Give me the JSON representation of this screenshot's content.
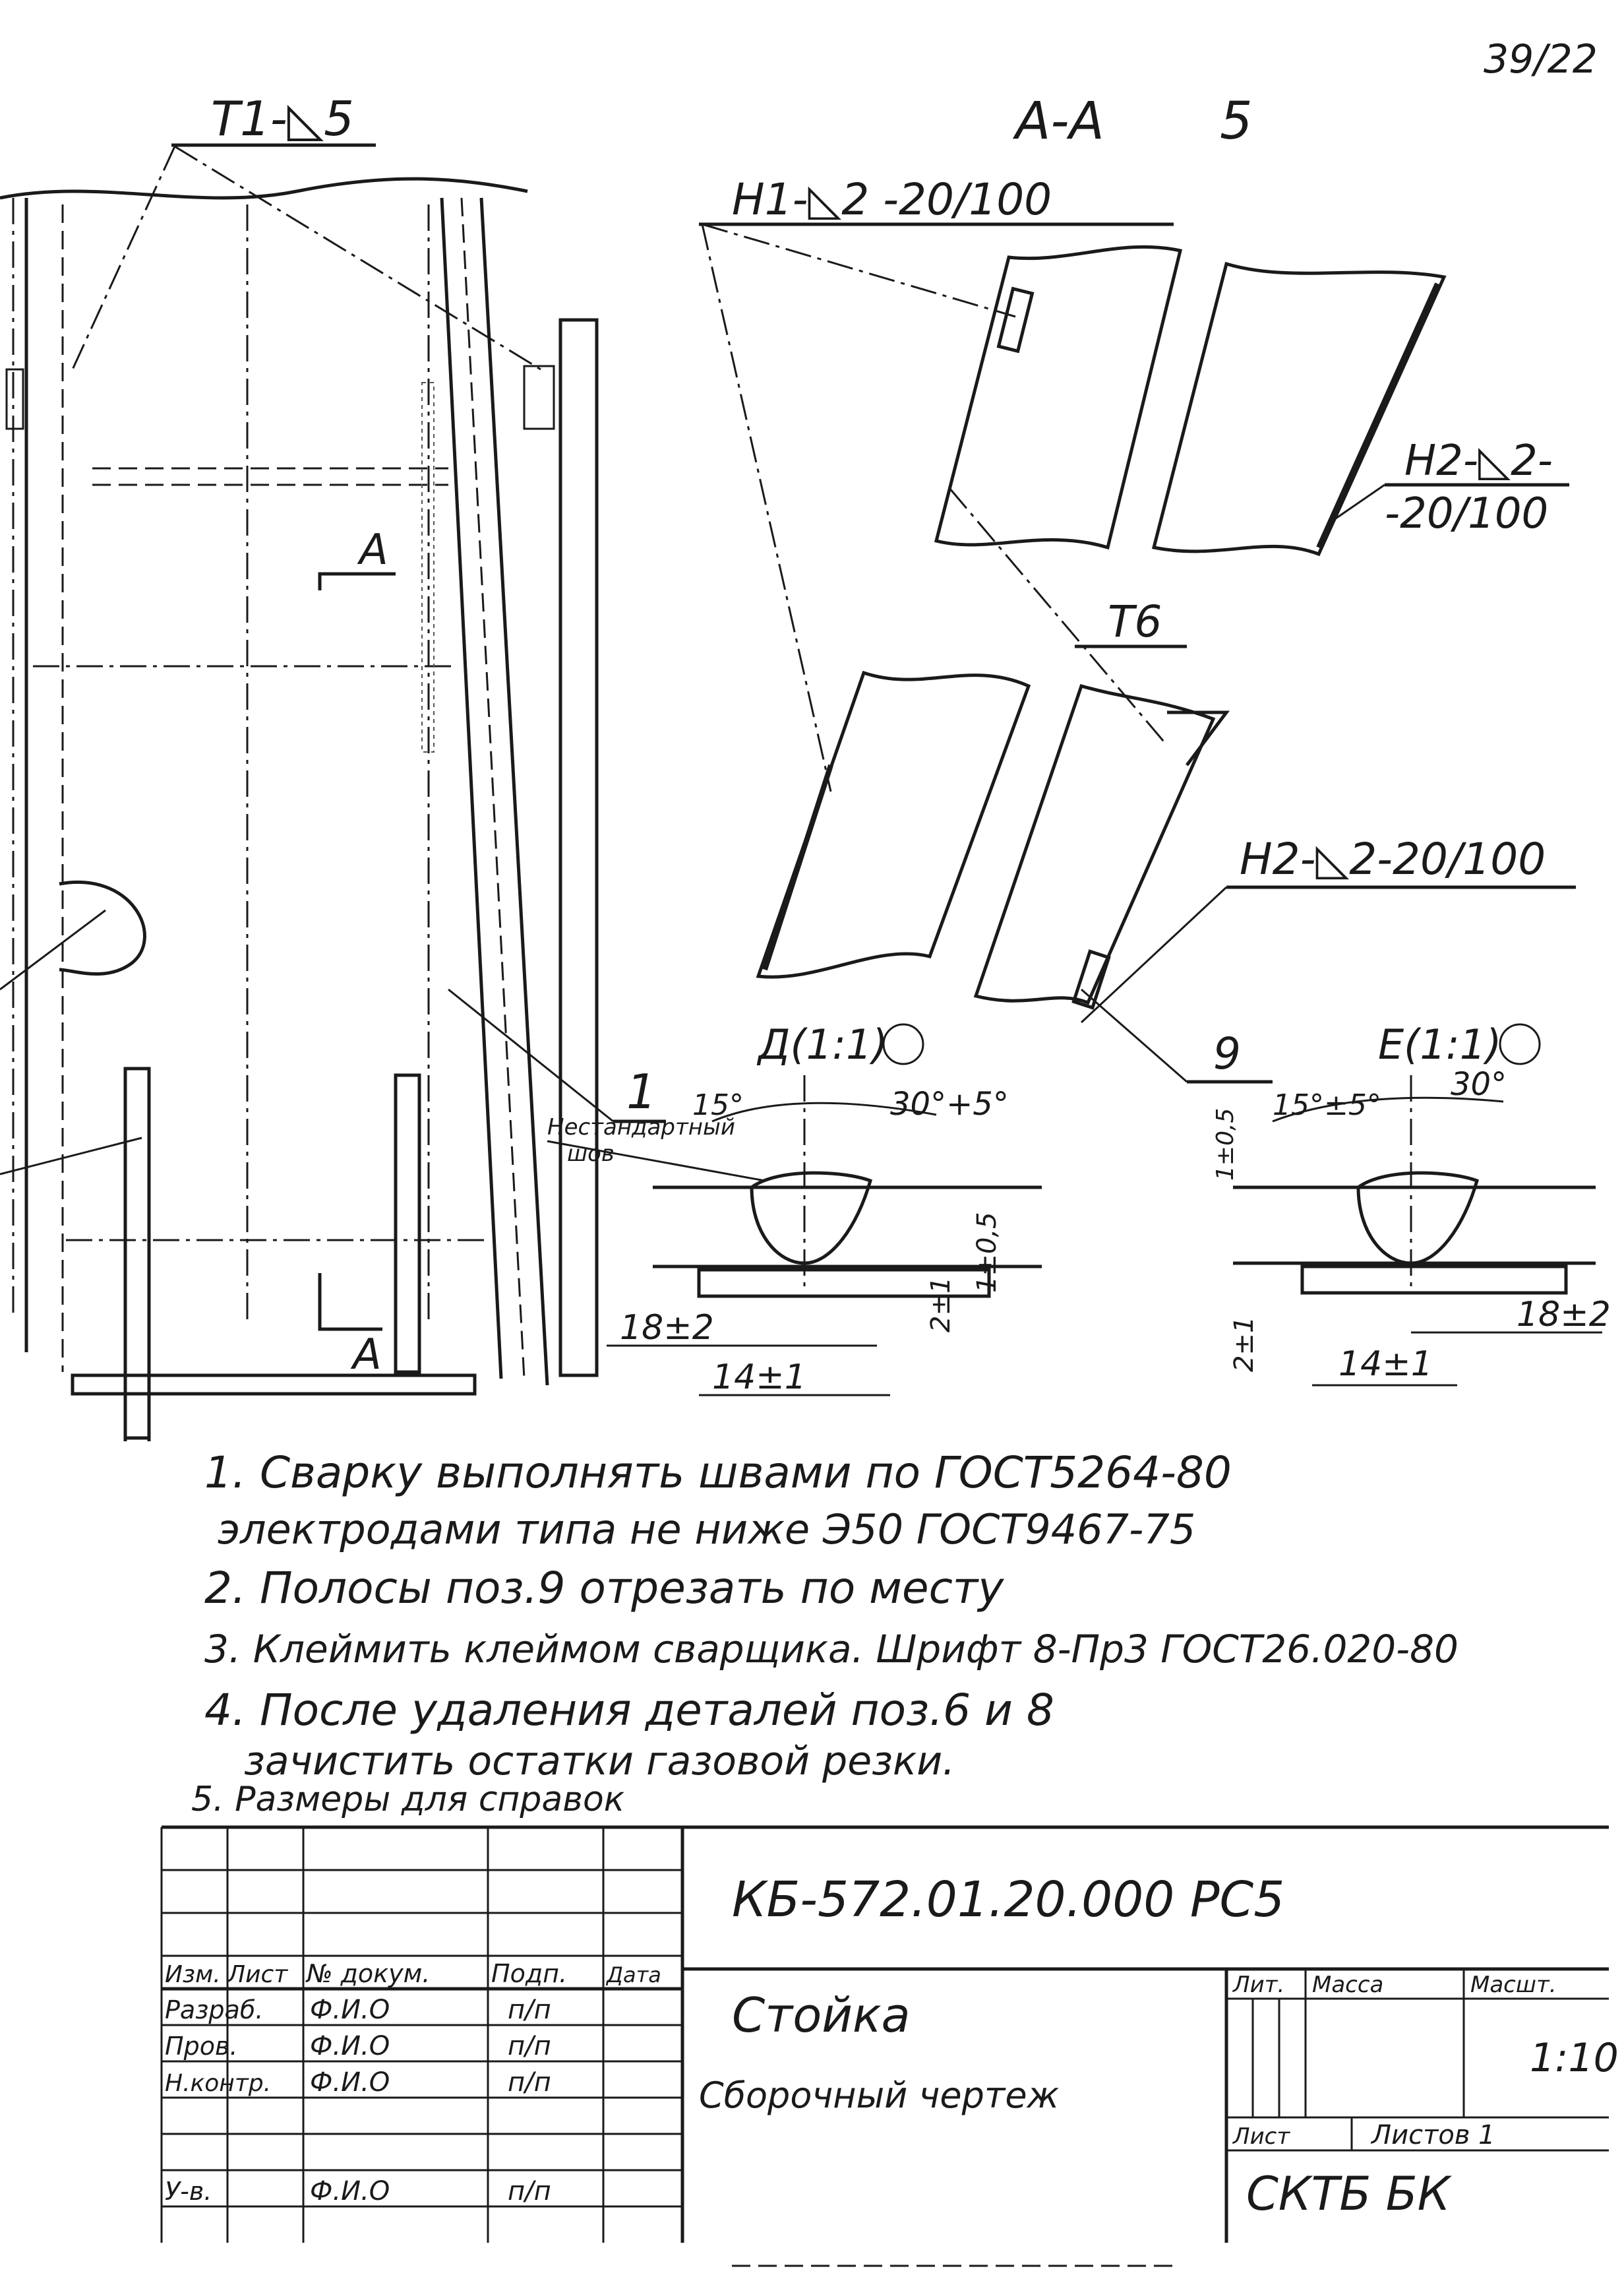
{
  "sheet": {
    "page_number": "39/22"
  },
  "views": {
    "main_weld_label": "Т1-◺5",
    "section_title": "А-А",
    "section_sheet_ref": "5",
    "section_mark": "А",
    "position_1": "1",
    "position_9": "9",
    "weld_h1": "Н1-◺2 -20/100",
    "weld_h2_line1": "Н2-◺2-",
    "weld_h2_line2": "-20/100",
    "weld_t6": "Т6",
    "weld_h2_lower": "Н2-◺2-20/100"
  },
  "detail_d": {
    "title": "Д(1:1)",
    "angle_left": "15°",
    "angle_right": "30°+5°",
    "seam_note_line1": "Нестандартный",
    "seam_note_line2": "шов",
    "dim_18": "18±2",
    "dim_14": "14±1",
    "dim_2": "2±1",
    "dim_gap": "1±0,5"
  },
  "detail_e": {
    "title": "Е(1:1)",
    "angle_left": "15°±5°",
    "angle_right": "30°",
    "dim_gap": "1±0,5",
    "dim_2": "2±1",
    "dim_14": "14±1",
    "dim_18": "18±2"
  },
  "notes": [
    "1. Сварку выполнять швами по ГОСТ5264-80",
    "электродами типа не ниже Э50 ГОСТ9467-75",
    "2. Полосы поз.9 отрезать по месту",
    "3. Клеймить клеймом сварщика. Шрифт 8-Пр3 ГОСТ26.020-80",
    "4. После удаления деталей поз.6 и 8",
    "зачистить остатки газовой резки.",
    "5. Размеры для справок"
  ],
  "title_block": {
    "designation": "КБ-572.01.20.000 РС5",
    "part_name": "Стойка",
    "doc_type": "Сборочный чертеж",
    "head_lit": "Лит.",
    "head_mass": "Масса",
    "head_scale": "Масшт.",
    "scale": "1:10",
    "sheet_label": "Лист",
    "sheets_label": "Листов 1",
    "org": "СКТБ БК",
    "col_izm": "Изм.",
    "col_list": "Лист",
    "col_doc": "№ докум.",
    "col_sign": "Подп.",
    "col_date": "Дата",
    "rows": [
      {
        "role": "Разраб.",
        "name": "Ф.И.О",
        "sign": "п/п"
      },
      {
        "role": "Пров.",
        "name": "Ф.И.О",
        "sign": "п/п"
      },
      {
        "role": "Н.контр.",
        "name": "Ф.И.О",
        "sign": "п/п"
      },
      {
        "role": "У-в.",
        "name": "Ф.И.О",
        "sign": "п/п"
      }
    ]
  }
}
